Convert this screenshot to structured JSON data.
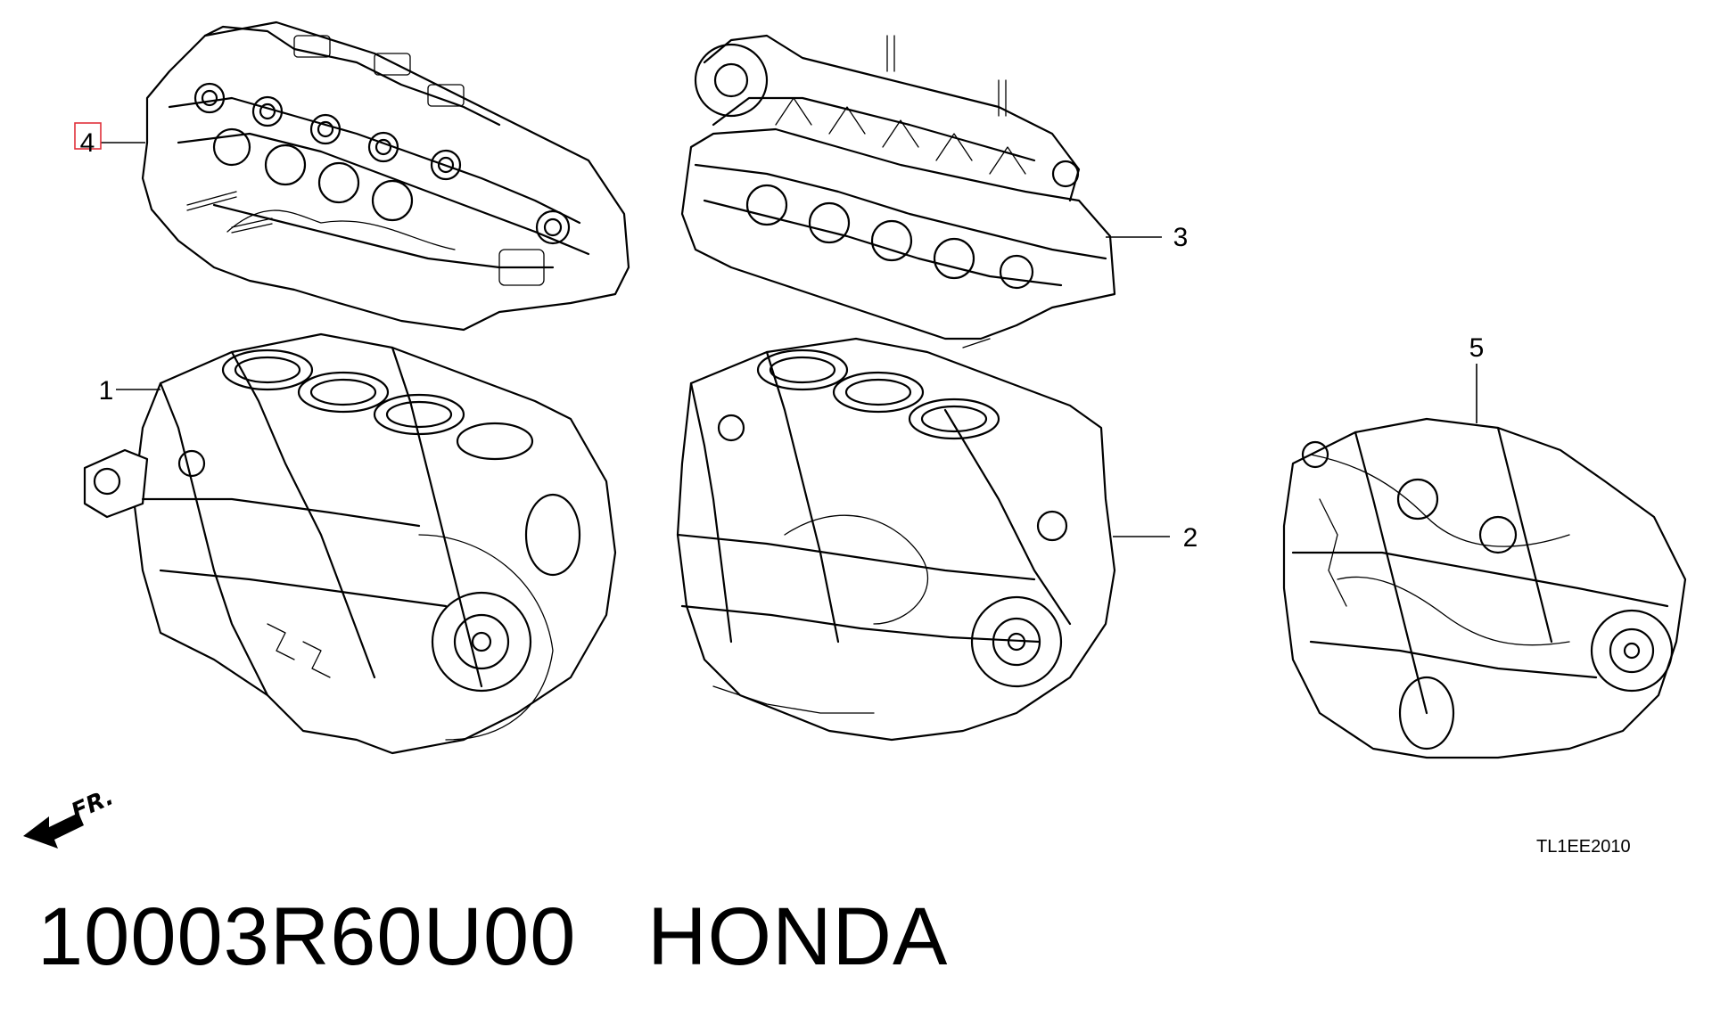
{
  "callouts": [
    {
      "id": "cylinder-block",
      "number": "1"
    },
    {
      "id": "block-assembly",
      "number": "2"
    },
    {
      "id": "cylinder-head-camshaft",
      "number": "3"
    },
    {
      "id": "cylinder-head",
      "number": "4",
      "highlighted": true
    },
    {
      "id": "transmission",
      "number": "5"
    }
  ],
  "direction_label": "FR.",
  "reference_code": "TL1EE2010",
  "part_number": "10003R60U00",
  "brand": "HONDA",
  "colors": {
    "line": "#000000",
    "background": "#ffffff",
    "highlight_box": "#e0303a"
  }
}
